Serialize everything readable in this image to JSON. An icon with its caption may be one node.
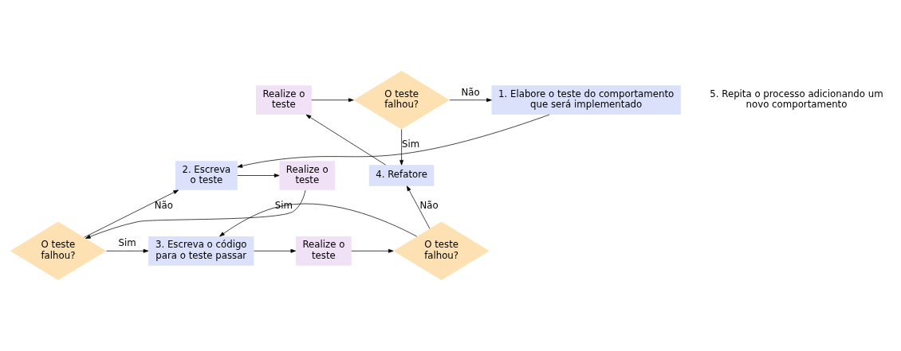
{
  "diagram": {
    "nodes": [
      {
        "text": [
          "1. Elabore o teste do comportamento que será implementado"
        ]
      },
      {
        "text": [
          "2. Escreva o teste"
        ]
      },
      {
        "text": [
          "Realize o teste"
        ]
      },
      {
        "text": [
          "O teste falhou?"
        ]
      },
      {
        "text": [
          "3. Escreva o código para o teste passar"
        ]
      },
      {
        "text": [
          "Realize o teste"
        ]
      },
      {
        "text": [
          "O teste falhou?"
        ]
      },
      {
        "text": [
          "4. Refatore"
        ]
      },
      {
        "text": [
          "Realize o teste"
        ]
      },
      {
        "text": [
          "O teste falhou?"
        ]
      }
    ],
    "edges": [
      {
        "from": 0,
        "to": 1,
        "arrow": "to"
      },
      {
        "from": 1,
        "to": 2,
        "arrow": "to"
      },
      {
        "from": 2,
        "to": 3,
        "arrow": "to"
      },
      {
        "from": 3,
        "to": 1,
        "arrow": "to",
        "label": "Não"
      },
      {
        "from": 3,
        "to": 4,
        "arrow": "to",
        "label": "Sim"
      },
      {
        "from": 4,
        "to": 5,
        "arrow": "to"
      },
      {
        "from": 5,
        "to": 6,
        "arrow": "to"
      },
      {
        "from": 6,
        "to": 4,
        "arrow": "to",
        "label": "Sim"
      },
      {
        "from": 6,
        "to": 7,
        "arrow": "to",
        "label": "Não"
      },
      {
        "from": 7,
        "to": 8,
        "arrow": "to"
      },
      {
        "from": 8,
        "to": 9,
        "arrow": "to"
      },
      {
        "from": 9,
        "to": 7,
        "arrow": "to",
        "label": "Sim"
      },
      {
        "from": 9,
        "to": 0,
        "arrow": "to",
        "label": "Não"
      }
    ],
    "labels": [
      "5. Repita o processo adicionando um novo comportamento"
    ]
  }
}
